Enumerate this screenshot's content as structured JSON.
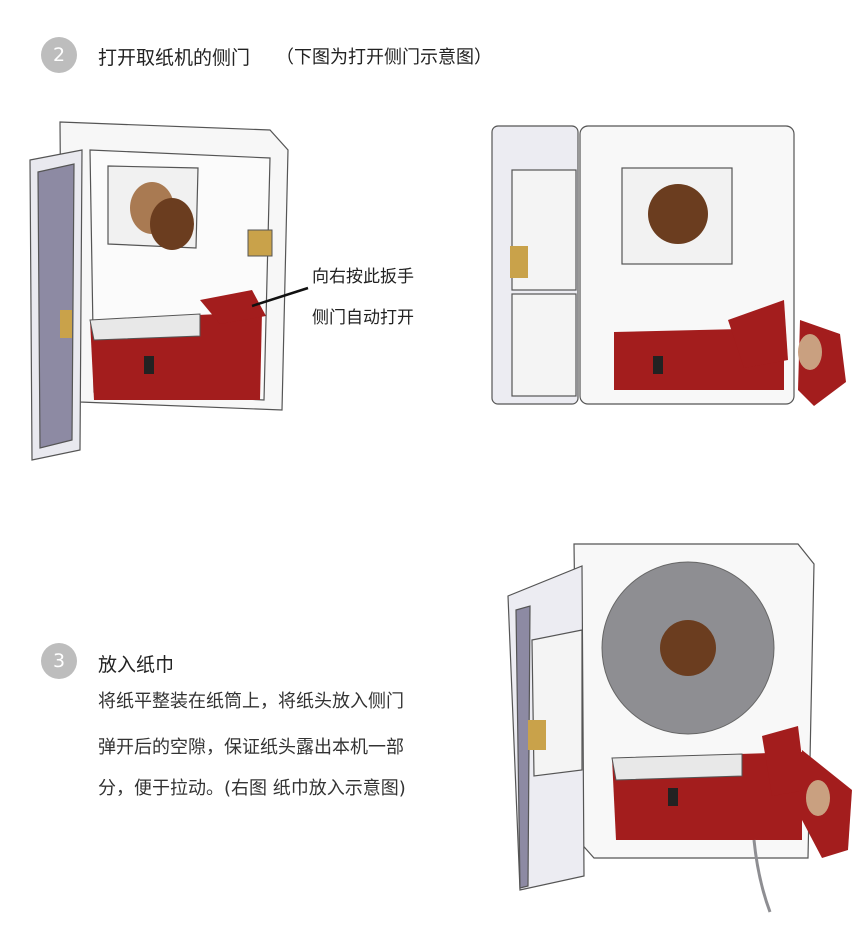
{
  "step2": {
    "number": "2",
    "title": "打开取纸机的侧门",
    "note": "（下图为打开侧门示意图）",
    "callout": [
      "向右按此扳手",
      "侧门自动打开"
    ]
  },
  "step3": {
    "number": "3",
    "title": "放入纸巾",
    "body": [
      "将纸平整装在纸筒上，将纸头放入侧门",
      "弹开后的空隙，保证纸头露出本机一部",
      "分，便于拉动。(右图 纸巾放入示意图)"
    ]
  },
  "colors": {
    "badge": "#bdbdbd",
    "mechanism": "#a31d1d",
    "roll": "#7a4a2a",
    "paper": "#8e8e92"
  }
}
